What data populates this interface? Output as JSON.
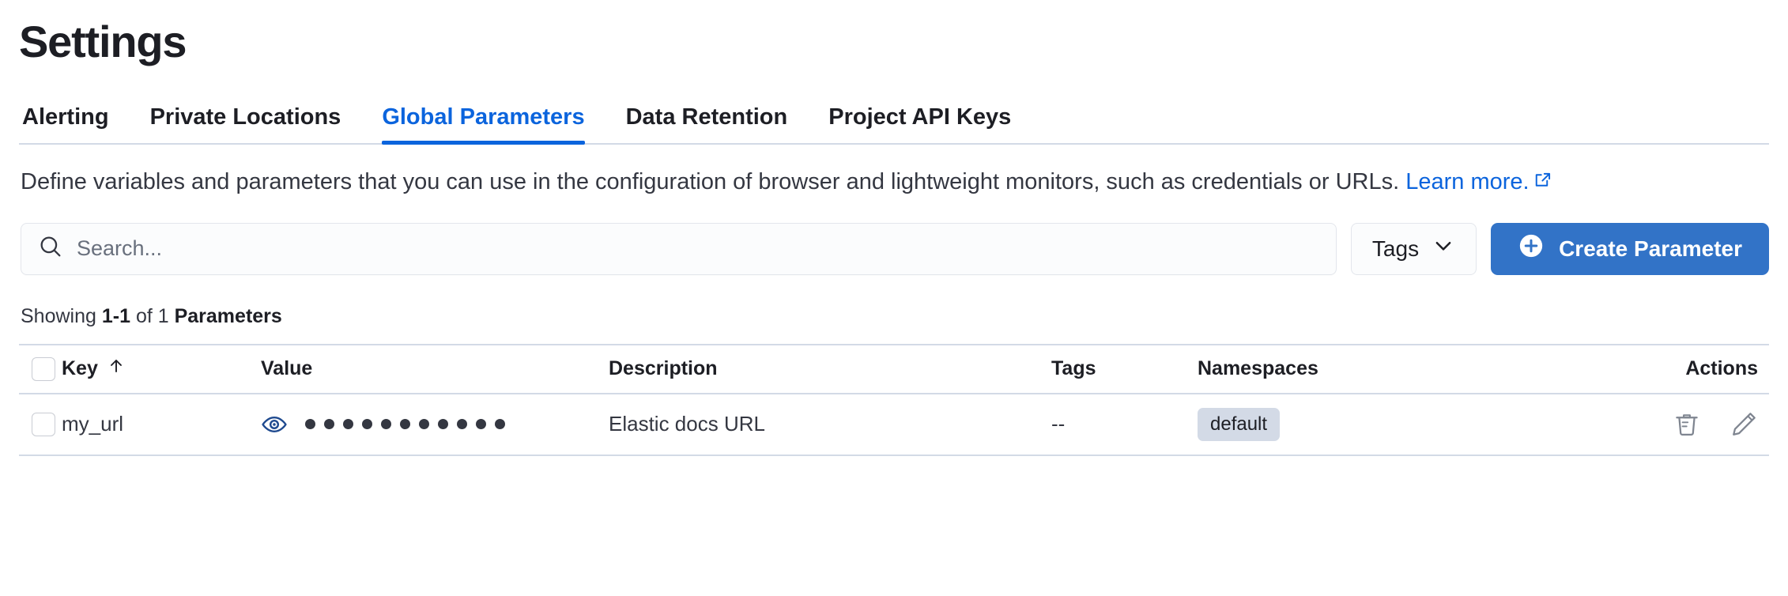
{
  "header": {
    "title": "Settings"
  },
  "tabs": [
    {
      "label": "Alerting",
      "active": false,
      "name": "tab-alerting"
    },
    {
      "label": "Private Locations",
      "active": false,
      "name": "tab-private-locations"
    },
    {
      "label": "Global Parameters",
      "active": true,
      "name": "tab-global-parameters"
    },
    {
      "label": "Data Retention",
      "active": false,
      "name": "tab-data-retention"
    },
    {
      "label": "Project API Keys",
      "active": false,
      "name": "tab-project-api-keys"
    }
  ],
  "description": {
    "text": "Define variables and parameters that you can use in the configuration of browser and lightweight monitors, such as credentials or URLs. ",
    "link_text": "Learn more.",
    "link_icon": "external-link-icon"
  },
  "controls": {
    "search_placeholder": "Search...",
    "search_value": "",
    "search_icon": "search-icon",
    "tags_label": "Tags",
    "tags_chevron": "chevron-down-icon",
    "create_label": "Create Parameter",
    "create_icon": "plus-circle-icon"
  },
  "summary": {
    "prefix": "Showing ",
    "range": "1-1",
    "middle": " of 1 ",
    "noun": "Parameters"
  },
  "table": {
    "columns": [
      {
        "label": "Key",
        "sorted": true,
        "sort_icon": "arrow-up-icon",
        "name": "column-key"
      },
      {
        "label": "Value",
        "name": "column-value"
      },
      {
        "label": "Description",
        "name": "column-description"
      },
      {
        "label": "Tags",
        "name": "column-tags"
      },
      {
        "label": "Namespaces",
        "name": "column-namespaces"
      },
      {
        "label": "Actions",
        "name": "column-actions"
      }
    ],
    "rows": [
      {
        "key": "my_url",
        "value_masked": "•••••••••••",
        "value_dot_count": 11,
        "value_toggle_icon": "eye-icon",
        "description": "Elastic docs URL",
        "tags": "--",
        "namespaces": [
          "default"
        ],
        "actions": [
          "trash-icon",
          "pencil-icon"
        ]
      }
    ]
  },
  "colors": {
    "accent": "#0b64dd",
    "primary_button": "#3273c7",
    "border": "#d3dae6",
    "text": "#343741",
    "badge_bg": "#d3dae6",
    "eye_icon": "#1f4a8f"
  }
}
